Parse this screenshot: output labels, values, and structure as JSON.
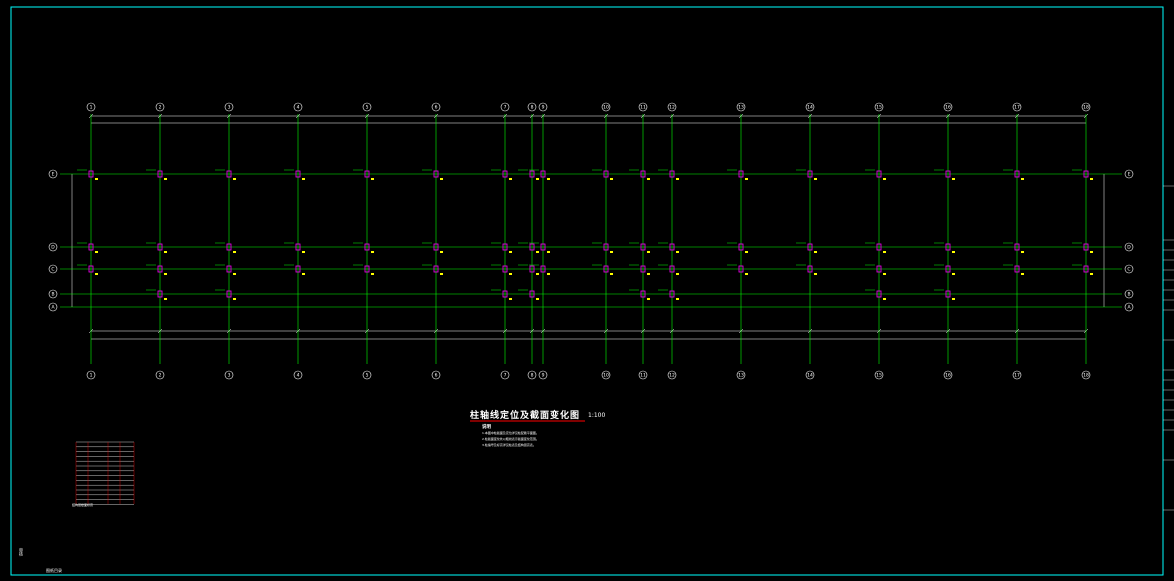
{
  "drawing": {
    "title": "柱轴线定位及截面变化图",
    "scale": "1:100",
    "notes_heading": "说明",
    "notes": [
      "1.本图中柱截面及定位详见柱配筋平面图。",
      "2.柱截面变化处以粗线表示截面变化范围。",
      "3.柱编号及标高详见柱表及结构层高表。"
    ]
  },
  "axes": {
    "numbered": [
      "1",
      "2",
      "3",
      "4",
      "5",
      "6",
      "7",
      "8",
      "9",
      "10",
      "11",
      "12",
      "13",
      "14",
      "15",
      "16",
      "17",
      "18"
    ],
    "lettered": [
      "E",
      "D",
      "C",
      "B",
      "A"
    ]
  },
  "level_table": {
    "caption": "结构层楼面标高"
  },
  "corner_text": "图纸目录",
  "side_text": "审核",
  "colors": {
    "background": "#000000",
    "axis": "#00ff00",
    "column": "#ff00ff",
    "text": "#ffffff",
    "annotation": "#ffff00",
    "frame": "#00ffff",
    "dimension": "#ff0000"
  }
}
